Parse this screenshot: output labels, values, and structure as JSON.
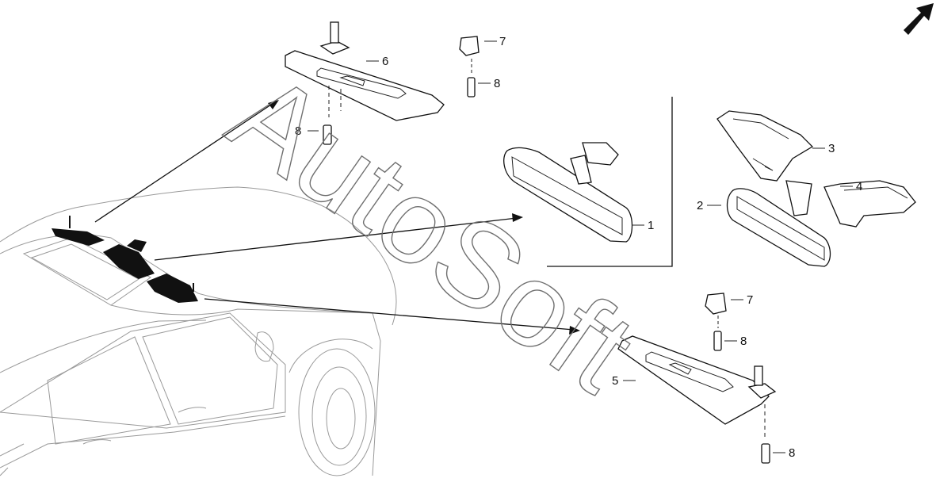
{
  "watermark": "AutoSoft",
  "callouts": {
    "c1": "1",
    "c2": "2",
    "c3": "3",
    "c4": "4",
    "c5": "5",
    "c6": "6",
    "c7a": "7",
    "c7b": "7",
    "c8a": "8",
    "c8b": "8",
    "c8c": "8",
    "c8d": "8"
  },
  "colors": {
    "line": "#111111",
    "car_outline": "#9a9a9a",
    "highlight": "#111111",
    "background": "#ffffff"
  },
  "icons": {
    "direction": "arrow-up-right-icon"
  }
}
